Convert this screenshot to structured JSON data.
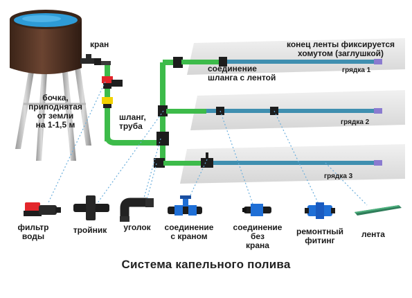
{
  "diagram": {
    "title": "Система капельного полива",
    "labels": {
      "tap": "кран",
      "barrel": "бочка,\nприподнятая\nот земли\nна 1-1,5 м",
      "hose_pipe": "шланг,\nтруба",
      "tape_end": "конец ленты фиксируется\nхомутом (заглушкой)",
      "hose_tape_connection": "соединение\nшланга с лентой",
      "bed_1": "грядка 1",
      "bed_2": "грядка 2",
      "bed_3": "грядка 3"
    },
    "components": [
      {
        "id": "water-filter",
        "label": "фильтр\nводы"
      },
      {
        "id": "tee",
        "label": "тройник"
      },
      {
        "id": "elbow",
        "label": "уголок"
      },
      {
        "id": "connector-with-tap",
        "label": "соединение\nс краном"
      },
      {
        "id": "connector-without-tap",
        "label": "соединение\nбез\nкрана"
      },
      {
        "id": "repair-fitting",
        "label": "ремонтный\nфитинг"
      },
      {
        "id": "tape",
        "label": "лента"
      }
    ],
    "colors": {
      "barrel": "#5a3826",
      "water": "#2e9bd6",
      "hose": "#3dbb4a",
      "tape": "#3f8fb0",
      "bed": "#dcdcdc",
      "connector": "#1d1d1d",
      "filter": "#e3262b",
      "fitting_blue": "#1f6fd6",
      "dotted": "#6aaedc"
    }
  }
}
